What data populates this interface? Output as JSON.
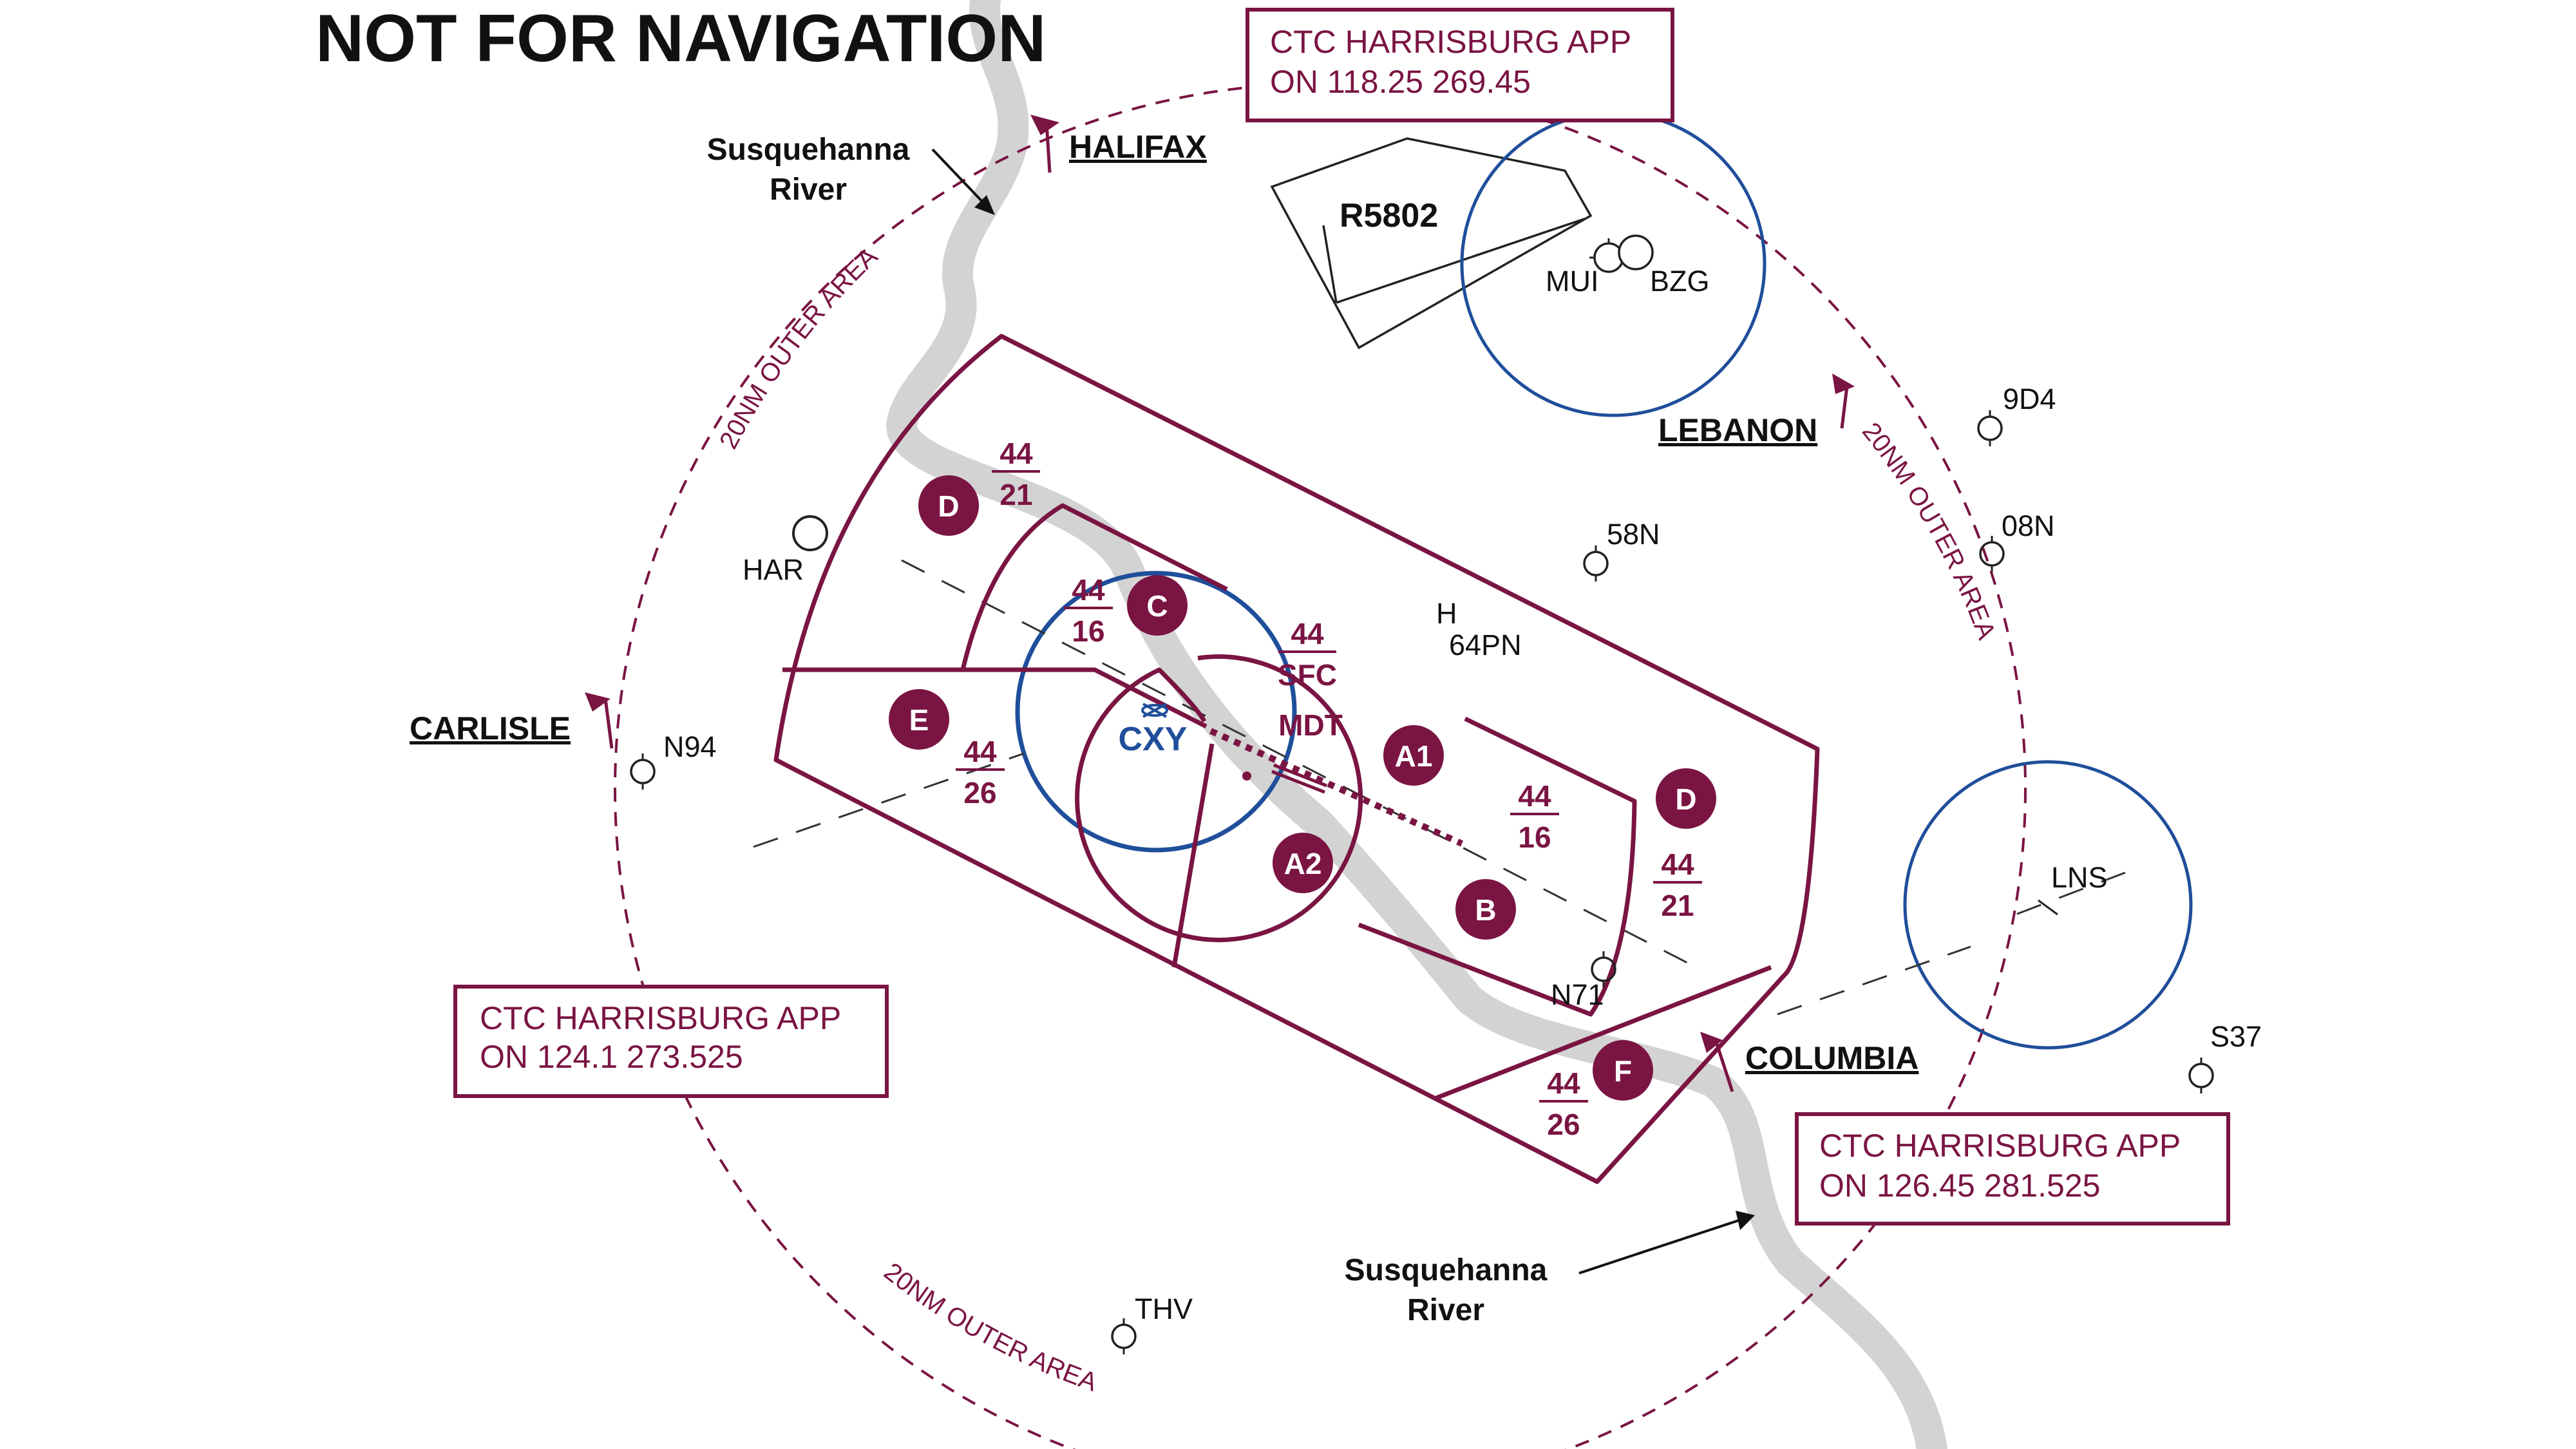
{
  "title": "NOT FOR NAVIGATION",
  "colors": {
    "airspace": "#7a1443",
    "class_d": "#1f4e9a",
    "river": "#d3d3d3",
    "text": "#111111",
    "background": "#ffffff"
  },
  "frequency_boxes": {
    "north": {
      "line1": "CTC HARRISBURG APP",
      "line2": "ON 118.25 269.45"
    },
    "west": {
      "line1": "CTC HARRISBURG APP",
      "line2": "ON 124.1 273.525"
    },
    "east": {
      "line1": "CTC HARRISBURG APP",
      "line2": "ON 126.45 281.525"
    }
  },
  "outer_area_label": "20NM OUTER AREA",
  "rivers": {
    "north": {
      "line1": "Susquehanna",
      "line2": "River"
    },
    "south": {
      "line1": "Susquehanna",
      "line2": "River"
    }
  },
  "reporting_points": {
    "halifax": "HALIFAX",
    "lebanon": "LEBANON",
    "carlisle": "CARLISLE",
    "columbia": "COLUMBIA"
  },
  "restricted_area": "R5802",
  "primary_airport": "MDT",
  "class_d_airport": "CXY",
  "airports": {
    "mui": "MUI",
    "bzg": "BZG",
    "har": "HAR",
    "n94": "N94",
    "d9d4": "9D4",
    "n08": "08N",
    "n58": "58N",
    "pn64": "64PN",
    "lns": "LNS",
    "n71": "N71",
    "s37": "S37",
    "thv": "THV"
  },
  "heliport_symbol": "H",
  "sectors": {
    "a1": {
      "badge": "A1"
    },
    "a2": {
      "badge": "A2"
    },
    "center": {
      "ceiling": "44",
      "floor": "SFC"
    },
    "b": {
      "badge": "B",
      "ceiling": "44",
      "floor": "16"
    },
    "c": {
      "badge": "C",
      "ceiling": "44",
      "floor": "16"
    },
    "d_nw": {
      "badge": "D",
      "ceiling": "44",
      "floor": "21"
    },
    "d_se": {
      "badge": "D",
      "ceiling": "44",
      "floor": "21"
    },
    "e": {
      "badge": "E",
      "ceiling": "44",
      "floor": "26"
    },
    "f": {
      "badge": "F",
      "ceiling": "44",
      "floor": "26"
    }
  }
}
